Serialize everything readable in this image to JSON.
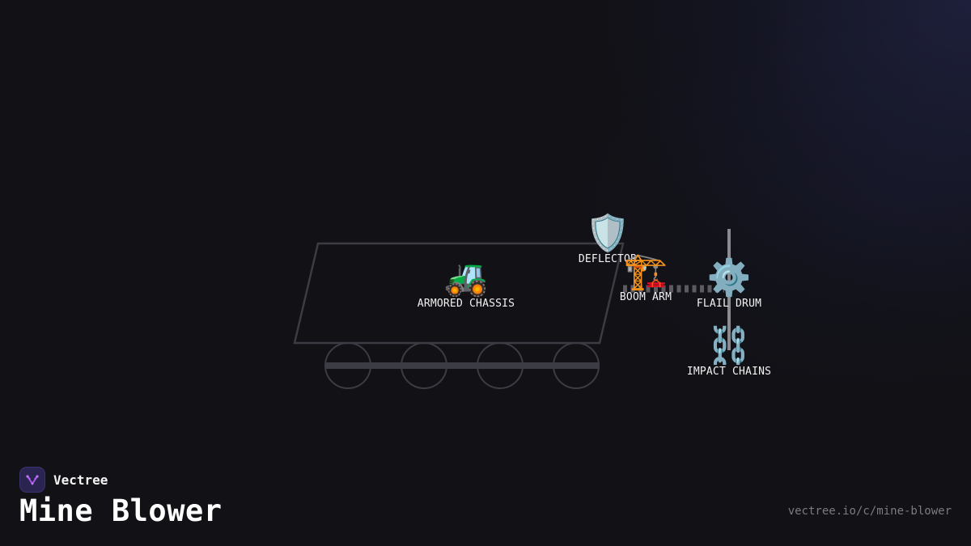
{
  "brand": {
    "name": "Vectree",
    "accent": "#b05cf0",
    "logo_bg": "#2a2450"
  },
  "title": "Mine Blower",
  "url": "vectree.io/c/mine-blower",
  "diagram": {
    "stroke_color": "#3c3c44",
    "nodes": {
      "deflector": {
        "label": "DEFLECTOR",
        "icon": "shield-icon",
        "glyph": "🛡️"
      },
      "chassis": {
        "label": "ARMORED CHASSIS",
        "icon": "tractor-icon",
        "glyph": "🚜"
      },
      "boom": {
        "label": "BOOM ARM",
        "icon": "crane-icon",
        "glyph": "🏗️"
      },
      "drum": {
        "label": "FLAIL DRUM",
        "icon": "gear-icon",
        "glyph": "⚙️"
      },
      "chains": {
        "label": "IMPACT CHAINS",
        "icon": "chains-icon",
        "glyph": "⛓️"
      }
    }
  }
}
